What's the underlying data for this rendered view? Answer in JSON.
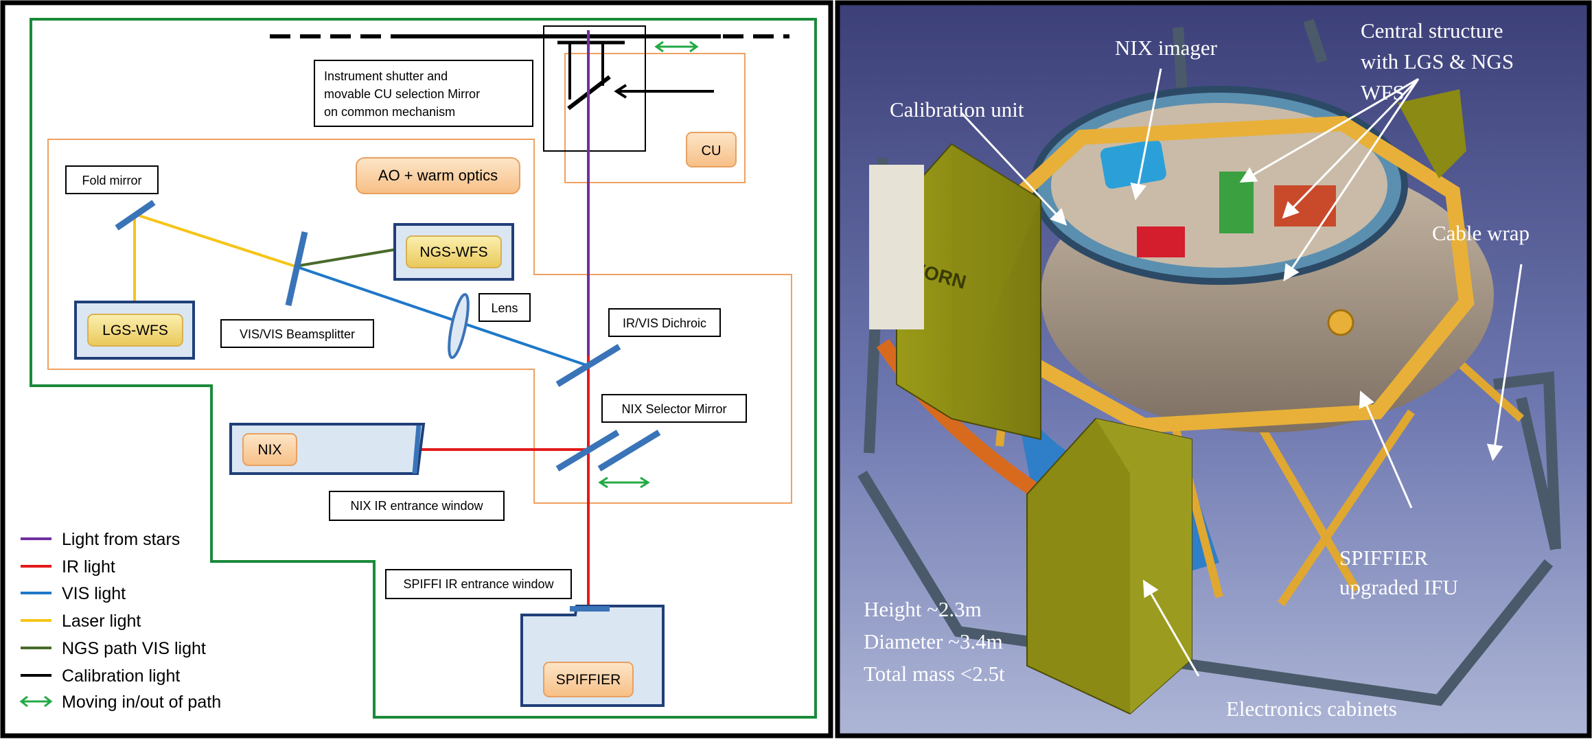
{
  "optical_diagram": {
    "labels": {
      "shutter": [
        "Instrument shutter and",
        "movable CU selection  Mirror",
        "on common mechanism"
      ],
      "cu": "CU",
      "ao_warm_optics": "AO + warm optics",
      "fold_mirror": "Fold mirror",
      "ngs_wfs": "NGS-WFS",
      "lgs_wfs": "LGS-WFS",
      "beamsplitter": "VIS/VIS Beamsplitter",
      "lens": "Lens",
      "dichroic": "IR/VIS Dichroic",
      "nix_selector": "NIX Selector Mirror",
      "nix": "NIX",
      "nix_window": "NIX IR entrance window",
      "spiffi_window": "SPIFFI IR entrance window",
      "spiffier": "SPIFFIER"
    },
    "legend": [
      {
        "label": "Light from stars",
        "color": "#7030a0"
      },
      {
        "label": "IR light",
        "color": "#e31a1c"
      },
      {
        "label": "VIS light",
        "color": "#1f78c8"
      },
      {
        "label": "Laser light",
        "color": "#f5c518"
      },
      {
        "label": "NGS path VIS light",
        "color": "#4a6a2a"
      },
      {
        "label": "Calibration light",
        "color": "#000000"
      },
      {
        "label": "Moving in/out of path",
        "color": "#22aa44",
        "icon": "double-arrow-icon"
      }
    ]
  },
  "render_3d": {
    "labels": {
      "nix_imager": "NIX imager",
      "central_structure": [
        "Central structure",
        "with LGS & NGS",
        "WFS"
      ],
      "calibration_unit": "Calibration unit",
      "cable_wrap": "Cable wrap",
      "spiffier": [
        "SPIFFIER",
        "upgraded IFU"
      ],
      "specs": [
        "Height ~2.3m",
        "Diameter ~3.4m",
        "Total mass <2.5t"
      ],
      "electronics": "Electronics cabinets",
      "vorn": "VORN"
    }
  }
}
